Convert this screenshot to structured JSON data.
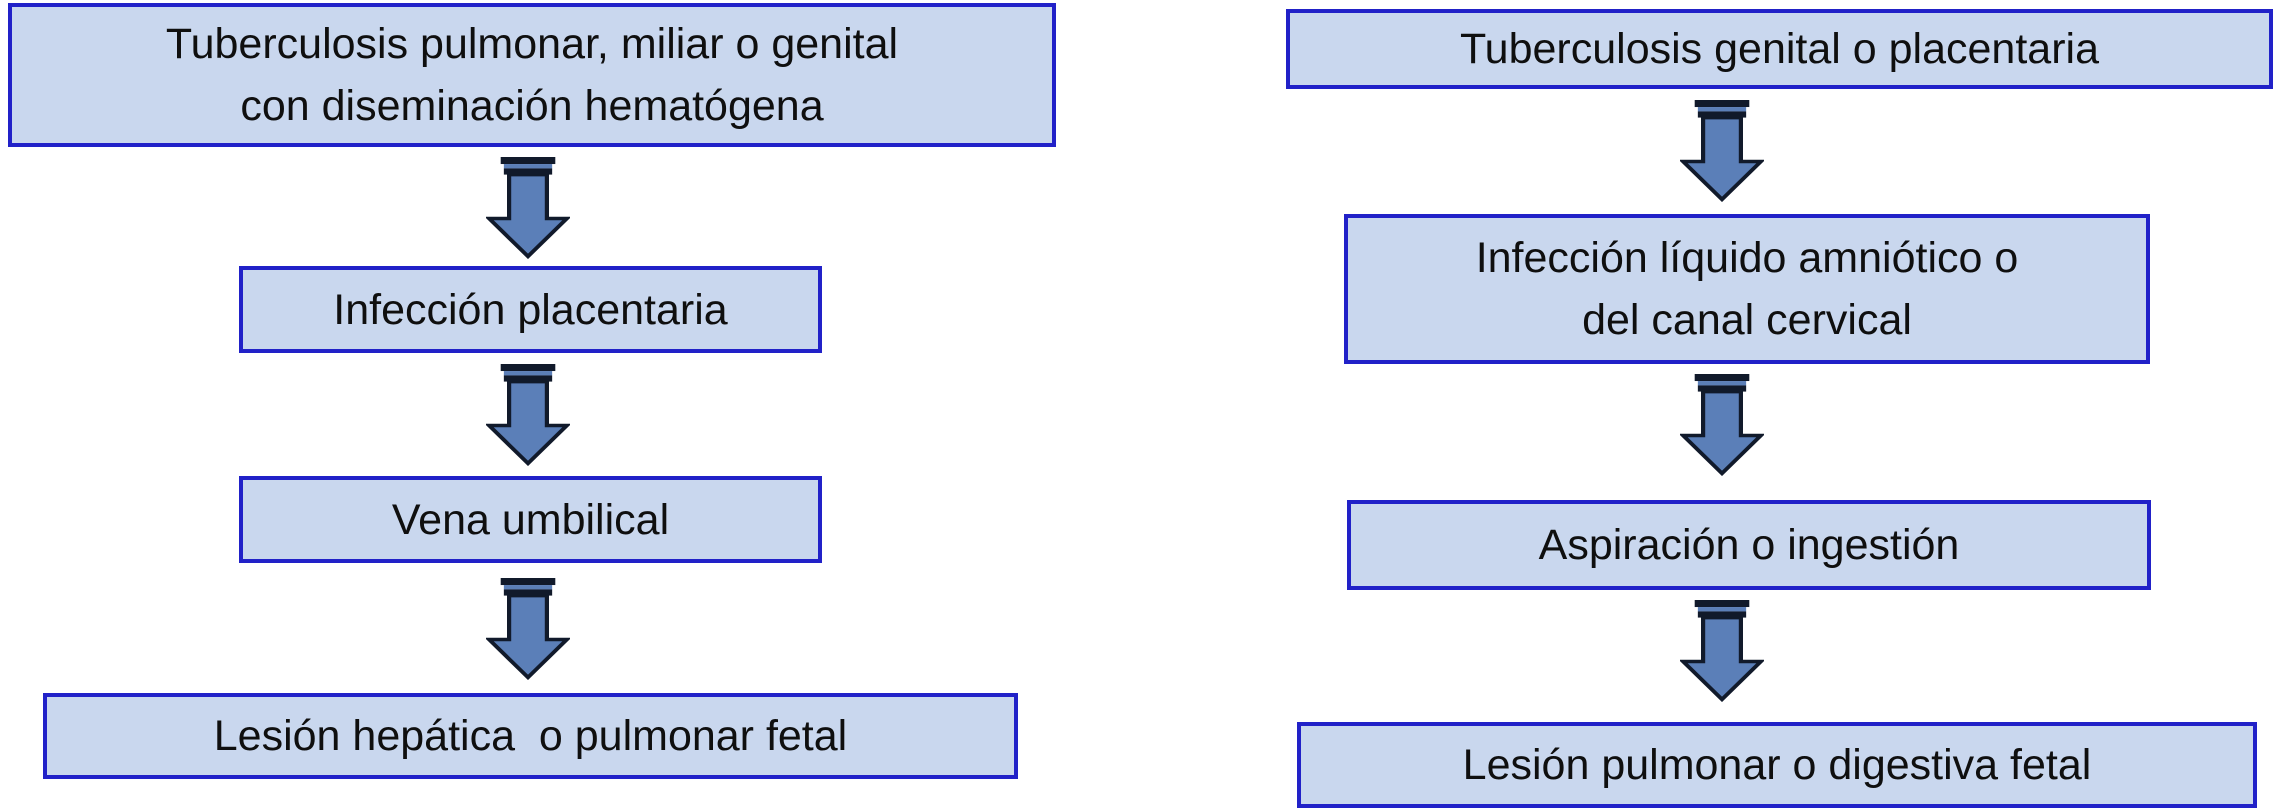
{
  "diagram": {
    "title_hint": "Pathways of congenital tuberculosis transmission flowchart",
    "colors": {
      "background": "#ffffff",
      "box_fill": "#c9d7ee",
      "box_border": "#2121c8",
      "arrow_fill": "#5b7fb8",
      "arrow_outline": "#111a2b",
      "text": "#0f0f0f"
    },
    "arrow_icon": "down-arrow",
    "columns": [
      {
        "name": "hematogenous-route",
        "steps": [
          {
            "lines": [
              "Tuberculosis pulmonar, miliar o genital",
              "con diseminación hematógena"
            ]
          },
          {
            "lines": [
              "Infección placentaria"
            ]
          },
          {
            "lines": [
              "Vena umbilical"
            ]
          },
          {
            "lines": [
              "Lesión hepática  o pulmonar fetal"
            ]
          }
        ]
      },
      {
        "name": "amniotic-route",
        "steps": [
          {
            "lines": [
              "Tuberculosis genital o placentaria"
            ]
          },
          {
            "lines": [
              "Infección líquido amniótico o",
              "del canal cervical"
            ]
          },
          {
            "lines": [
              "Aspiración o ingestión"
            ]
          },
          {
            "lines": [
              "Lesión pulmonar o digestiva fetal"
            ]
          }
        ]
      }
    ]
  }
}
